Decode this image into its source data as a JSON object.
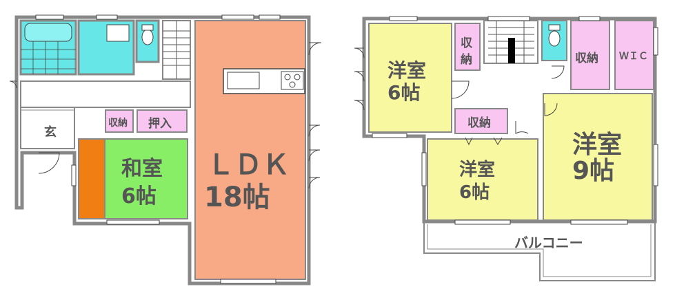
{
  "floor1": {
    "entrance": "玄",
    "storage": "収納",
    "closet": "押入",
    "washitsu": {
      "name": "和室",
      "size": "6帖"
    },
    "ldk": {
      "name": "ＬＤＫ",
      "size": "18帖"
    }
  },
  "floor2": {
    "room_nw": {
      "name": "洋室",
      "size": "6帖"
    },
    "storage_a": "収",
    "storage_b": "納",
    "storage_c": "収納",
    "storage_d": "収納",
    "wic": "ＷＩＣ",
    "room_s": {
      "name": "洋室",
      "size": "6帖"
    },
    "room_e": {
      "name": "洋室",
      "size": "9帖"
    },
    "balcony": "バルコニー"
  },
  "colors": {
    "ldk": "#f8aa86",
    "washitsu": "#88ee66",
    "tokonoma": "#f07e12",
    "western": "#f8f8a0",
    "storage": "#f8c6f0",
    "bath": "#66e6e6",
    "wall": "#888888",
    "label": "#555555"
  }
}
